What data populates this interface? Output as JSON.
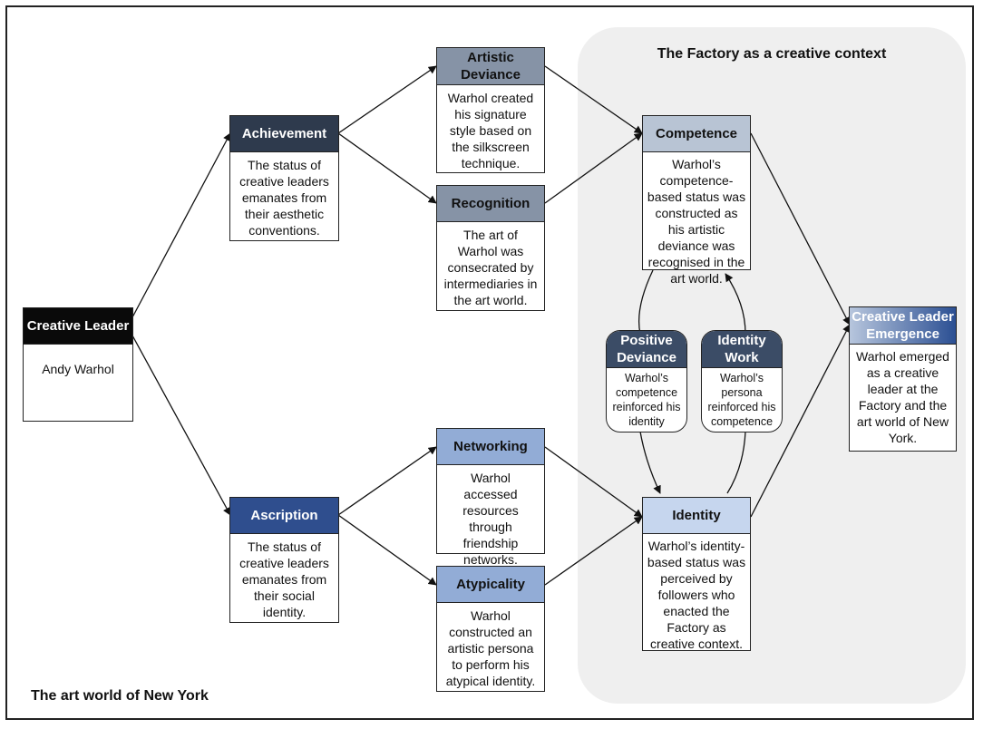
{
  "factory_title": "The Factory as a creative context",
  "world_label": "The art world of New York",
  "boxes": {
    "creative_leader": {
      "title": "Creative Leader",
      "text": "Andy Warhol"
    },
    "achievement": {
      "title": "Achievement",
      "text": "The status of creative leaders emanates from their aesthetic conventions."
    },
    "ascription": {
      "title": "Ascription",
      "text": "The status of creative leaders emanates from their social identity."
    },
    "artistic_deviance": {
      "title": "Artistic Deviance",
      "text": "Warhol created his signature style based on the silkscreen technique."
    },
    "recognition": {
      "title": "Recognition",
      "text": "The art of Warhol was consecrated by intermediaries in the art world."
    },
    "networking": {
      "title": "Networking",
      "text": "Warhol accessed resources through friendship networks."
    },
    "atypicality": {
      "title": "Atypicality",
      "text": "Warhol constructed an artistic persona to perform his atypical identity."
    },
    "competence": {
      "title": "Competence",
      "text": "Warhol’s competence-based status was constructed as his artistic deviance was recognised in the art world."
    },
    "identity": {
      "title": "Identity",
      "text": "Warhol’s identity-based status was perceived by followers who enacted the Factory as creative context."
    },
    "positive_deviance": {
      "title": "Positive Deviance",
      "text": "Warhol’s competence reinforced his identity"
    },
    "identity_work": {
      "title": "Identity Work",
      "text": "Warhol’s persona reinforced his competence"
    },
    "emergence": {
      "title": "Creative Leader Emergence",
      "text": "Warhol emerged as a creative leader at the Factory and the art world of New York."
    }
  }
}
